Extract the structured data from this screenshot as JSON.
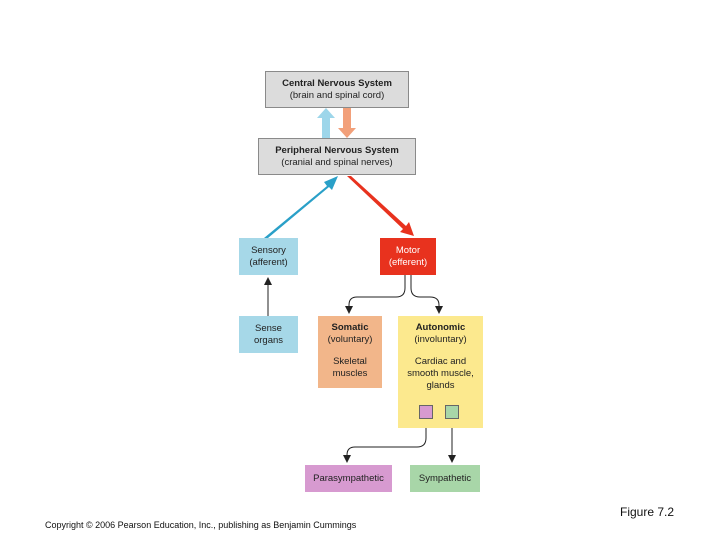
{
  "boxes": {
    "cns": {
      "title": "Central Nervous System",
      "sub": "(brain and spinal cord)"
    },
    "pns": {
      "title": "Peripheral Nervous System",
      "sub": "(cranial and spinal nerves)"
    },
    "sensory": {
      "title": "Sensory",
      "sub": "(afferent)"
    },
    "motor": {
      "title": "Motor",
      "sub": "(efferent)"
    },
    "sense_organs": {
      "line1": "Sense",
      "line2": "organs"
    },
    "somatic": {
      "title": "Somatic",
      "title_sub": "(voluntary)",
      "line1": "Skeletal",
      "line2": "muscles"
    },
    "autonomic": {
      "title": "Autonomic",
      "title_sub": "(involuntary)",
      "line1": "Cardiac and",
      "line2": "smooth muscle,",
      "line3": "glands"
    },
    "parasympathetic": {
      "label": "Parasympathetic"
    },
    "sympathetic": {
      "label": "Sympathetic"
    }
  },
  "colors": {
    "cns_pns": "#dcdcdc",
    "sensory": "#a6d8e8",
    "motor": "#e8321e",
    "somatic": "#f2b68a",
    "autonomic": "#fce98e",
    "parasympathetic": "#d79ad0",
    "sympathetic": "#a8d6a8"
  },
  "footer": {
    "copyright": "Copyright © 2006 Pearson Education, Inc., publishing as Benjamin Cummings",
    "figure": "Figure 7.2"
  }
}
